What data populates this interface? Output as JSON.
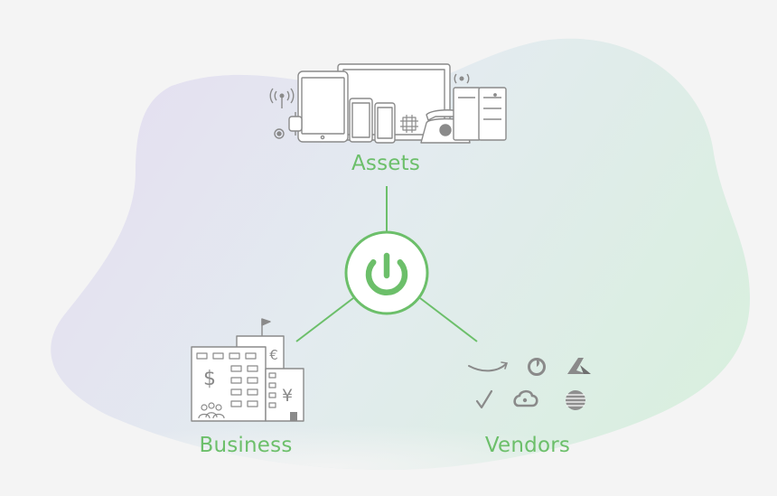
{
  "colors": {
    "accent": "#6cbf6a",
    "icon_stroke": "#8a8a8a",
    "blob_left": "#e6e1f1",
    "blob_right": "#dcefe2"
  },
  "nodes": {
    "assets": {
      "label": "Assets"
    },
    "hub": {
      "icon": "power-icon"
    },
    "business": {
      "label": "Business"
    },
    "vendors": {
      "label": "Vendors"
    }
  },
  "business_symbols": {
    "dollar": "$",
    "euro": "€",
    "yen": "¥"
  }
}
